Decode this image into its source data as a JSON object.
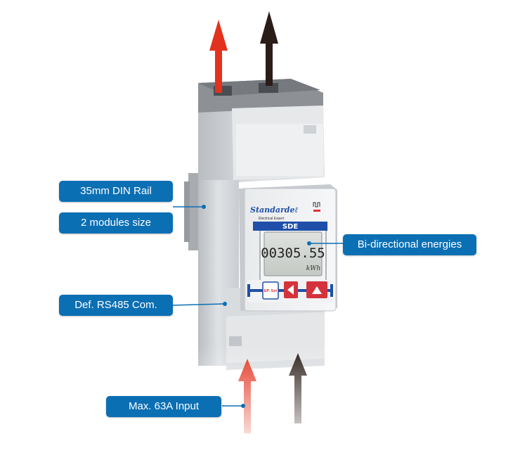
{
  "callouts": {
    "din_rail": "35mm DIN Rail",
    "modules": "2 modules size",
    "rs485": "Def. RS485 Com.",
    "energies": "Bi-directional energies",
    "input": "Max. 63A Input"
  },
  "device": {
    "brand_logo": "Standardeℓ",
    "brand_tagline": "Electrical Expert",
    "model": "SDE",
    "display_reading": "00305.55",
    "display_unit": "kWh",
    "button_label": "EP. Set"
  },
  "colors": {
    "callout_bg": "#0b6fb4",
    "arrow_red": "#e2321e",
    "arrow_dark": "#2a1c18",
    "lcd": "#cdd2cd"
  }
}
